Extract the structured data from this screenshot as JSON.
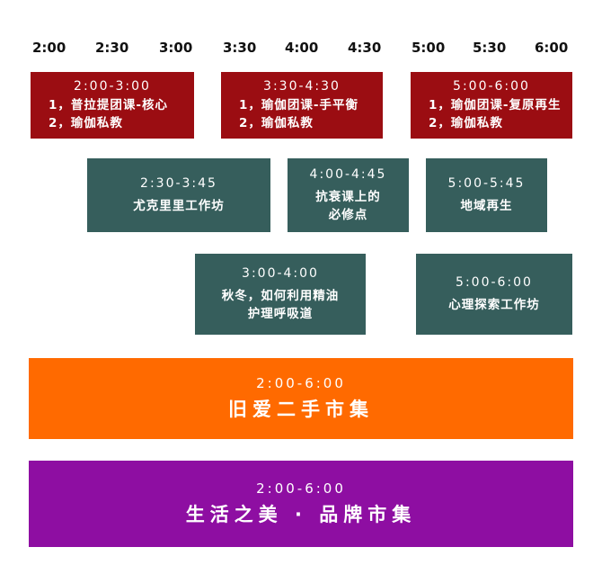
{
  "time_axis": [
    "2:00",
    "2:30",
    "3:00",
    "3:30",
    "4:00",
    "4:30",
    "5:00",
    "5:30",
    "6:00"
  ],
  "colors": {
    "class_red": "#9b0d12",
    "workshop_teal": "#365e5c",
    "market_orange": "#ff6a00",
    "market_purple": "#8e0ea2"
  },
  "blocks": {
    "class_a": {
      "time": "2:00-3:00",
      "lines": [
        "1，普拉提团课-核心",
        "2，瑜伽私教"
      ]
    },
    "class_b": {
      "time": "3:30-4:30",
      "lines": [
        "1，瑜伽团课-手平衡",
        "2，瑜伽私教"
      ]
    },
    "class_c": {
      "time": "5:00-6:00",
      "lines": [
        "1，瑜伽团课-复原再生",
        "2，瑜伽私教"
      ]
    },
    "ws_a": {
      "time": "2:30-3:45",
      "lines": [
        "尤克里里工作坊"
      ]
    },
    "ws_b": {
      "time": "4:00-4:45",
      "lines": [
        "抗衰课上的",
        "必修点"
      ]
    },
    "ws_c": {
      "time": "5:00-5:45",
      "lines": [
        "地域再生"
      ]
    },
    "ws_d": {
      "time": "3:00-4:00",
      "lines": [
        "秋冬，如何利用精油",
        "护理呼吸道"
      ]
    },
    "ws_e": {
      "time": "5:00-6:00",
      "lines": [
        "心理探索工作坊"
      ]
    },
    "market_a": {
      "time": "2:00-6:00",
      "lines": [
        "旧爱二手市集"
      ]
    },
    "market_b": {
      "time": "2:00-6:00",
      "lines": [
        "生活之美 · 品牌市集"
      ]
    }
  }
}
